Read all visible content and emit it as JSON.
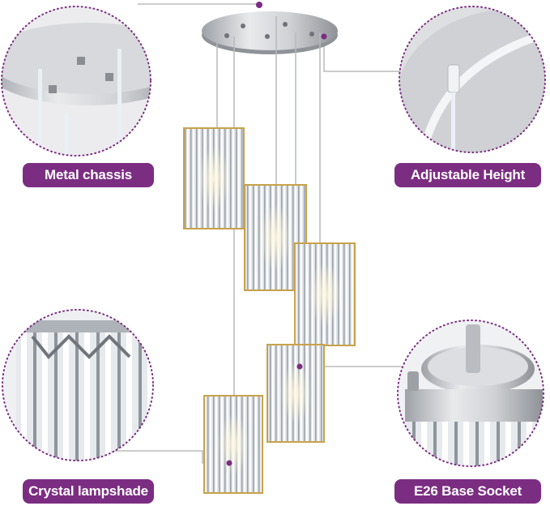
{
  "labels": {
    "metal_chassis": "Metal chassis",
    "adjustable_height": "Adjustable Height",
    "crystal_lampshade": "Crystal lampshade",
    "e26_base_socket": "E26 Base Socket"
  },
  "colors": {
    "label_bg": "#7b2d82",
    "dotted_ring": "#7b2d82",
    "leader_line": "#9a9a9a",
    "chrome": "#c9cbcf",
    "crystal": "#d9dde2",
    "gold_trim": "#c8a24a"
  }
}
